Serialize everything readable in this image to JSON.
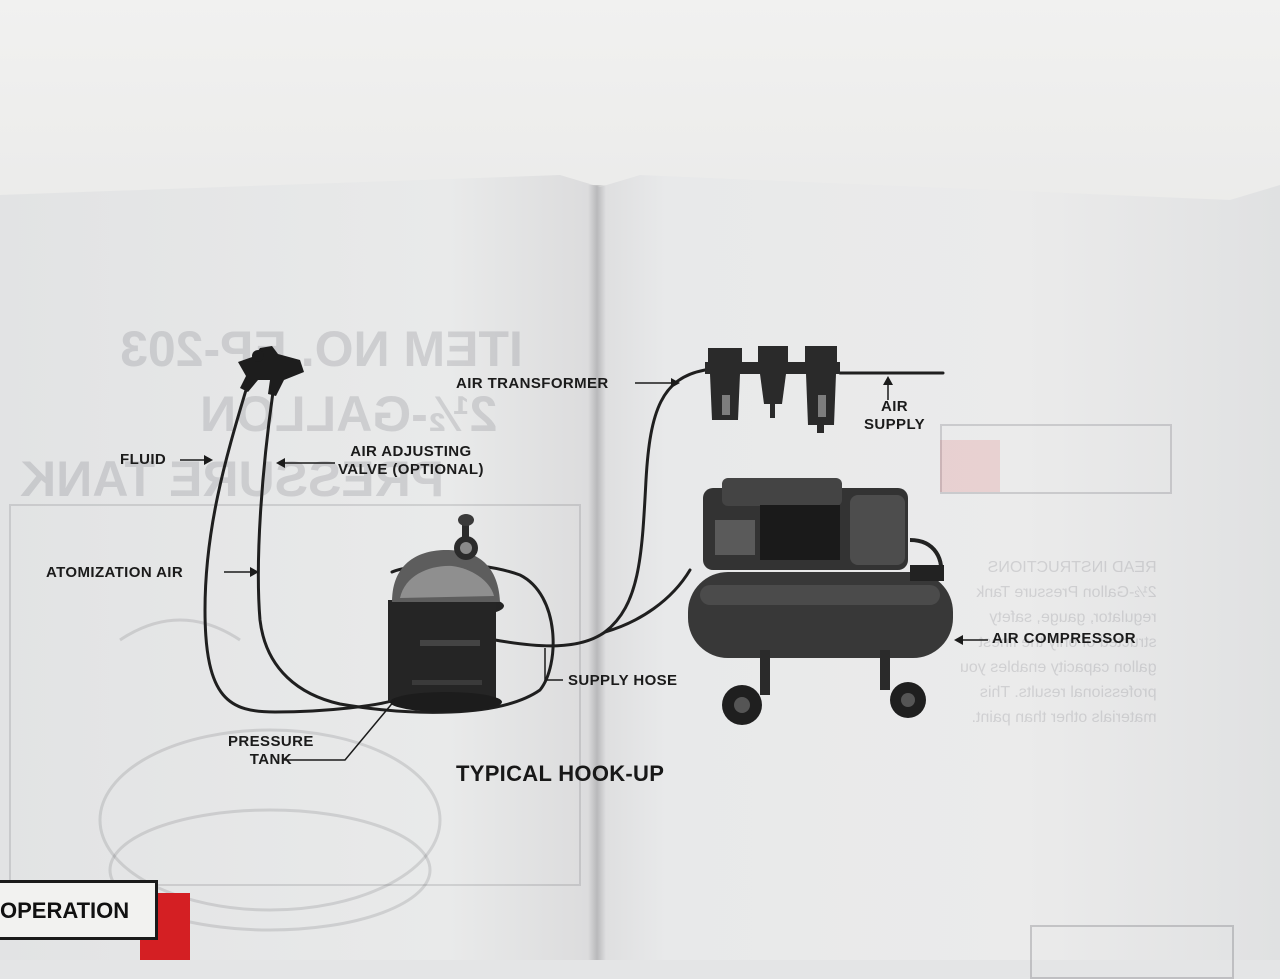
{
  "diagram": {
    "caption": "TYPICAL HOOK-UP",
    "labels": {
      "fluid": "FLUID",
      "air_adjusting_valve": "AIR ADJUSTING\nVALVE (OPTIONAL)",
      "atomization_air": "ATOMIZATION AIR",
      "pressure_tank": "PRESSURE\nTANK",
      "supply_hose": "SUPPLY HOSE",
      "air_transformer": "AIR TRANSFORMER",
      "air_supply": "AIR\nSUPPLY",
      "air_compressor": "AIR COMPRESSOR"
    }
  },
  "manual": {
    "operation_heading": "OPERATION"
  },
  "colors": {
    "ink": "#1b1b1b",
    "accent_red": "#d41f23",
    "paper": "#e8e9ea"
  }
}
